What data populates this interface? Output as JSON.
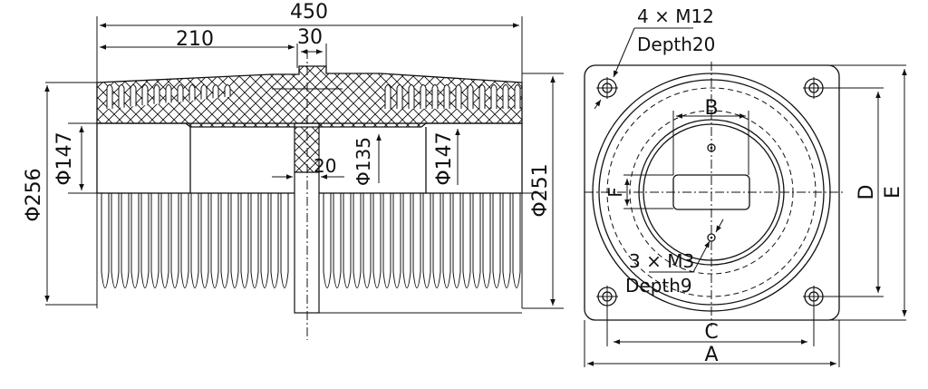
{
  "side_view": {
    "overall_length": "450",
    "left_length": "210",
    "boss_width": "30",
    "dia_left_outer": "Φ256",
    "dia_left_inner": "Φ147",
    "rod_width": "20",
    "dia_center": "Φ135",
    "dia_right_inner": "Φ147",
    "dia_right_outer": "Φ251"
  },
  "end_view": {
    "bolt_note_1": "4 × M12",
    "bolt_note_2": "Depth20",
    "screw_note_1": "3 × M3",
    "screw_note_2": "Depth9",
    "label_a": "A",
    "label_b": "B",
    "label_c": "C",
    "label_d": "D",
    "label_e": "E",
    "label_f": "F"
  }
}
